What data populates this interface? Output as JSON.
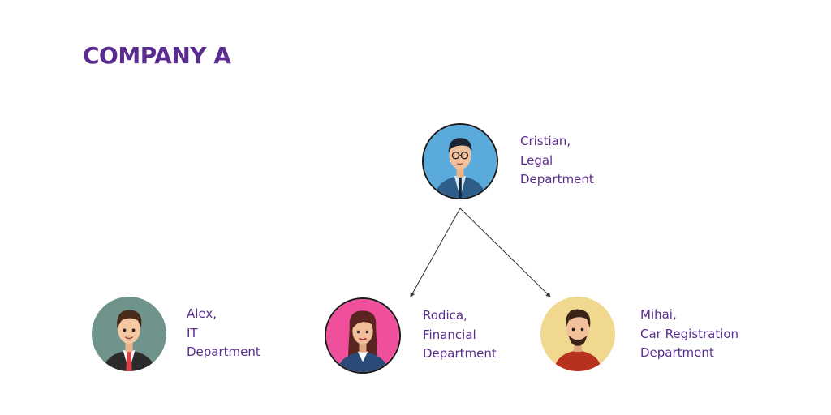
{
  "title": "COMPANY A",
  "people": {
    "cristian": {
      "name": "Cristian,",
      "dept1": "Legal",
      "dept2": "Department",
      "avatar_color": "#5aaadc",
      "icon": "man-glasses-suit-avatar-icon"
    },
    "alex": {
      "name": "Alex,",
      "dept1": "IT",
      "dept2": "Department",
      "avatar_color": "#6f948c",
      "icon": "man-suit-red-tie-avatar-icon"
    },
    "rodica": {
      "name": "Rodica,",
      "dept1": "Financial",
      "dept2": "Department",
      "avatar_color": "#ef4f9b",
      "icon": "woman-blazer-avatar-icon"
    },
    "mihai": {
      "name": "Mihai,",
      "dept1": "Car Registration",
      "dept2": "Department",
      "avatar_color": "#f0d88e",
      "icon": "man-beard-red-shirt-avatar-icon"
    }
  },
  "colors": {
    "title": "#5b2c8f",
    "label": "#5b2c8f",
    "connector": "#333333"
  }
}
